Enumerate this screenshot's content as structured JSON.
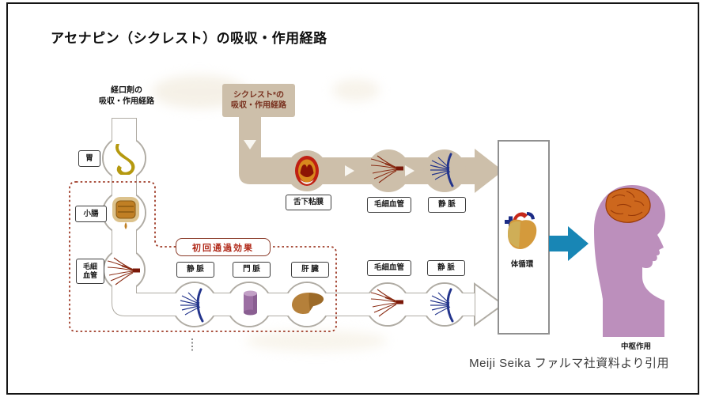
{
  "title": "アセナピン（シクレスト）の吸収・作用経路",
  "attribution": "Meiji Seika ファルマ社資料より引用",
  "colors": {
    "path_tan": "#cdbfaa",
    "path_outline_gray": "#b0aca4",
    "dotted_red": "#9e3a26",
    "accent_red": "#b02818",
    "arrow_blue": "#1886b5",
    "head_purple": "#bc8fbc",
    "brain_orange": "#cd671d"
  },
  "oral": {
    "heading1": "経口剤の",
    "heading2": "吸収・作用経路",
    "stomach": "胃",
    "intestine": "小腸",
    "capillary1": "毛細",
    "capillary2": "血管"
  },
  "sublingual": {
    "heading1": "シクレスト*の",
    "heading2": "吸収・作用経路",
    "mucosa": "舌下粘膜",
    "capillary": "毛細血管",
    "vein": "静 脈"
  },
  "firstpass": {
    "label": "初回通過効果",
    "vein": "静 脈",
    "portal": "門 脈",
    "liver": "肝 臓"
  },
  "postliver": {
    "capillary": "毛細血管",
    "vein": "静 脈"
  },
  "systemic": "体循環",
  "central": "中枢作用"
}
